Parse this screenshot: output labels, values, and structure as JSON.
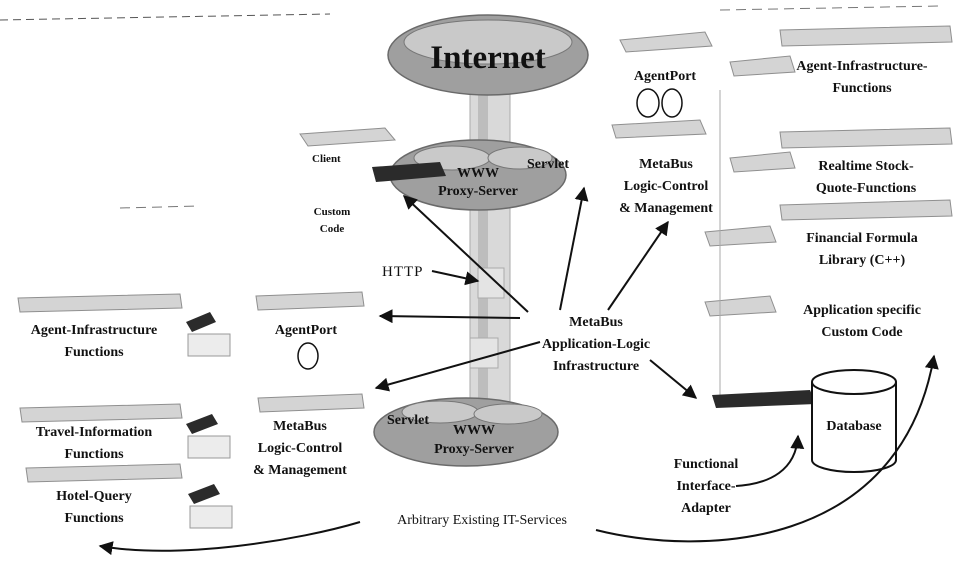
{
  "labels": {
    "internet": "Internet",
    "client": "Client",
    "custom_code": [
      "Custom",
      "Code"
    ],
    "www_proxy_top": [
      "WWW",
      "Proxy-Server"
    ],
    "servlet_top": "Servlet",
    "http": "HTTP",
    "agentport_top": "AgentPort",
    "metabus_top": [
      "MetaBus",
      "Logic-Control",
      "& Management"
    ],
    "agent_infra_right": [
      "Agent-Infrastructure-",
      "Functions"
    ],
    "realtime_stock": [
      "Realtime Stock-",
      "Quote-Functions"
    ],
    "financial_formula": [
      "Financial Formula",
      "Library (C++)"
    ],
    "app_specific": [
      "Application specific",
      "Custom Code"
    ],
    "metabus_center": [
      "MetaBus",
      "Application-Logic",
      "Infrastructure"
    ],
    "agent_infra_left": [
      "Agent-Infrastructure",
      "Functions"
    ],
    "agentport_left": "AgentPort",
    "travel_info": [
      "Travel-Information",
      "Functions"
    ],
    "hotel_query": [
      "Hotel-Query",
      "Functions"
    ],
    "metabus_left": [
      "MetaBus",
      "Logic-Control",
      "& Management"
    ],
    "servlet_bottom": "Servlet",
    "www_proxy_bottom": [
      "WWW",
      "Proxy-Server"
    ],
    "database": "Database",
    "functional_interface": [
      "Functional",
      "Interface-",
      "Adapter"
    ],
    "arbitrary": "Arbitrary Existing IT-Services"
  }
}
